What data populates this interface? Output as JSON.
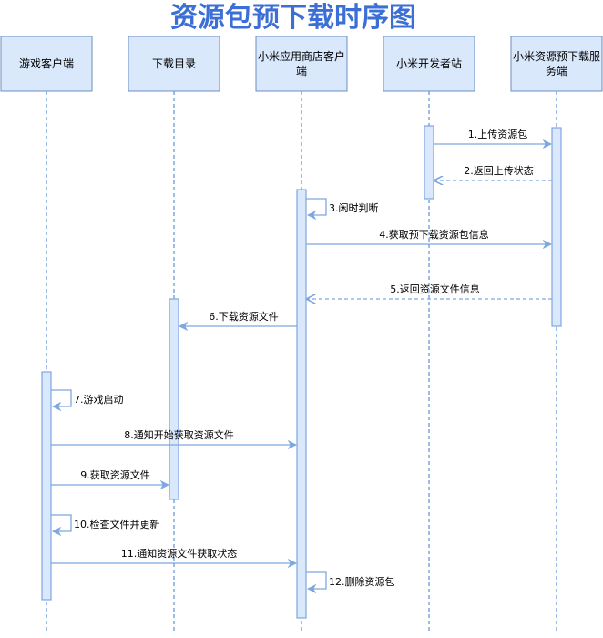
{
  "title": "资源包预下载时序图",
  "colors": {
    "title": "#3c6fd6",
    "box_fill": "#dae8fc",
    "box_stroke": "#6c8ebf",
    "line": "#7ea6e0"
  },
  "actors": [
    {
      "id": "game",
      "lines": [
        "游戏客户端"
      ]
    },
    {
      "id": "dir",
      "lines": [
        "下载目录"
      ]
    },
    {
      "id": "store",
      "lines": [
        "小米应用商店客户",
        "端"
      ]
    },
    {
      "id": "dev",
      "lines": [
        "小米开发者站"
      ]
    },
    {
      "id": "svc",
      "lines": [
        "小米资源预下载服",
        "务端"
      ]
    }
  ],
  "messages": [
    {
      "from": "dev",
      "to": "svc",
      "label": "1.上传资源包",
      "kind": "sync"
    },
    {
      "from": "svc",
      "to": "dev",
      "label": "2.返回上传状态",
      "kind": "return"
    },
    {
      "from": "store",
      "to": "store",
      "label": "3.闲时判断",
      "kind": "self"
    },
    {
      "from": "store",
      "to": "svc",
      "label": "4.获取预下载资源包信息",
      "kind": "sync"
    },
    {
      "from": "svc",
      "to": "store",
      "label": "5.返回资源文件信息",
      "kind": "return"
    },
    {
      "from": "store",
      "to": "dir",
      "label": "6.下载资源文件",
      "kind": "sync"
    },
    {
      "from": "game",
      "to": "game",
      "label": "7.游戏启动",
      "kind": "self"
    },
    {
      "from": "game",
      "to": "store",
      "label": "8.通知开始获取资源文件",
      "kind": "sync"
    },
    {
      "from": "game",
      "to": "dir",
      "label": "9.获取资源文件",
      "kind": "sync"
    },
    {
      "from": "game",
      "to": "game",
      "label": "10.检查文件并更新",
      "kind": "self"
    },
    {
      "from": "game",
      "to": "store",
      "label": "11.通知资源文件获取状态",
      "kind": "sync"
    },
    {
      "from": "store",
      "to": "store",
      "label": "12.删除资源包",
      "kind": "self"
    }
  ]
}
